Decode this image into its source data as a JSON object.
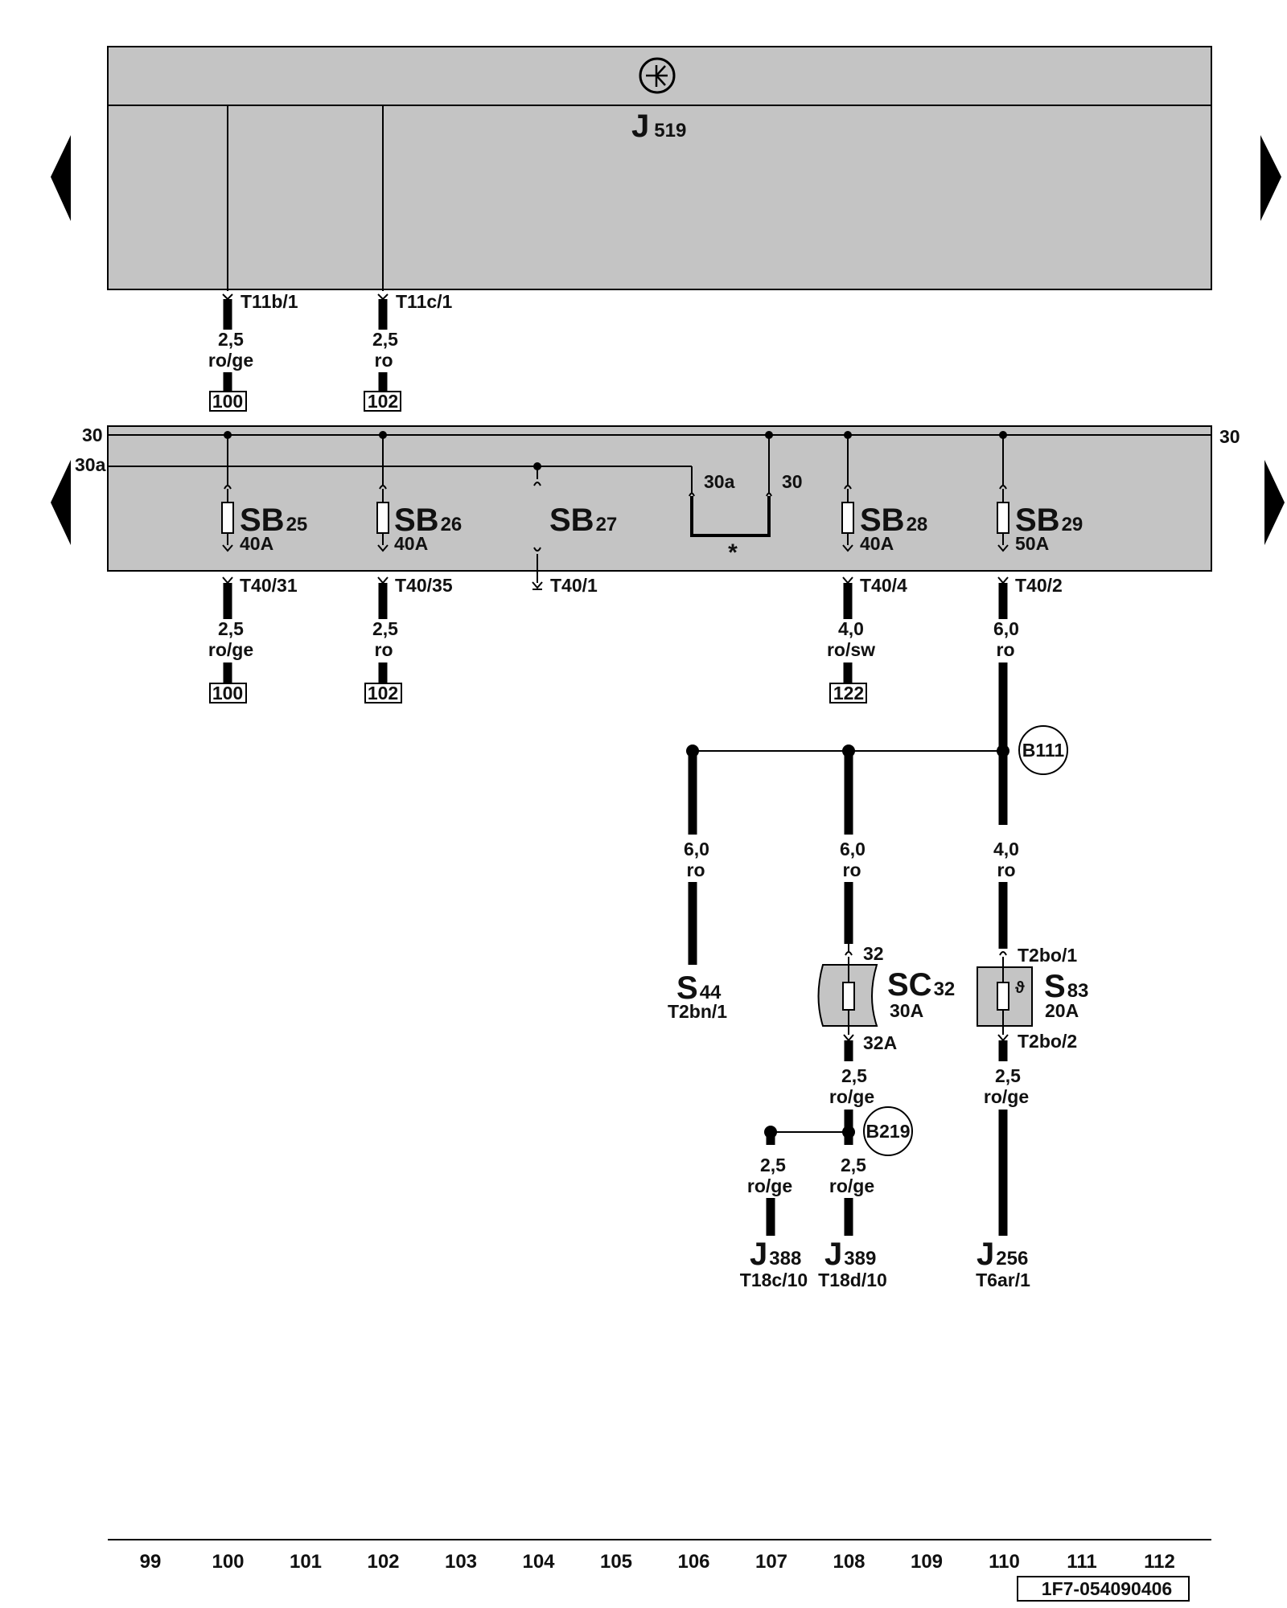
{
  "control_unit": {
    "symbol_icon": "control-unit-symbol",
    "name_prefix": "J",
    "name_sub": "519",
    "outputs": [
      {
        "pin": "T11b/1",
        "gauge": "2,5",
        "color": "ro/ge",
        "ref": "100"
      },
      {
        "pin": "T11c/1",
        "gauge": "2,5",
        "color": "ro",
        "ref": "102"
      }
    ]
  },
  "fuse_box": {
    "rail_30_left": "30",
    "rail_30_right": "30",
    "rail_30a": "30a",
    "bridge_left": "30a",
    "bridge_right": "30",
    "bridge_note": "*",
    "fuses": [
      {
        "prefix": "SB",
        "sub": "25",
        "rating": "40A",
        "pin": "T40/31",
        "gauge": "2,5",
        "color": "ro/ge",
        "ref": "100"
      },
      {
        "prefix": "SB",
        "sub": "26",
        "rating": "40A",
        "pin": "T40/35",
        "gauge": "2,5",
        "color": "ro",
        "ref": "102"
      },
      {
        "prefix": "SB",
        "sub": "27",
        "rating": "",
        "pin": "T40/1",
        "gauge": "",
        "color": "",
        "ref": ""
      },
      {
        "prefix": "SB",
        "sub": "28",
        "rating": "40A",
        "pin": "T40/4",
        "gauge": "4,0",
        "color": "ro/sw",
        "ref": "122"
      },
      {
        "prefix": "SB",
        "sub": "29",
        "rating": "50A",
        "pin": "T40/2",
        "gauge": "6,0",
        "color": "ro",
        "ref": ""
      }
    ]
  },
  "junctions": {
    "b111": "B111",
    "b219": "B219"
  },
  "branches": {
    "s44": {
      "gauge": "6,0",
      "color": "ro",
      "prefix": "S",
      "sub": "44",
      "conn": "T2bn/1"
    },
    "sc32": {
      "gauge": "6,0",
      "color": "ro",
      "pin_in": "32",
      "pin_out": "32A",
      "prefix": "SC",
      "sub": "32",
      "rating": "30A",
      "out_gauge": "2,5",
      "out_color": "ro/ge"
    },
    "s83": {
      "gauge": "4,0",
      "color": "ro",
      "pin_in": "T2bo/1",
      "pin_out": "T2bo/2",
      "prefix": "S",
      "sub": "83",
      "rating": "20A",
      "out_gauge": "2,5",
      "out_color": "ro/ge"
    }
  },
  "loads": [
    {
      "gauge": "2,5",
      "color": "ro/ge",
      "prefix": "J",
      "sub": "388",
      "conn": "T18c/10"
    },
    {
      "gauge": "2,5",
      "color": "ro/ge",
      "prefix": "J",
      "sub": "389",
      "conn": "T18d/10"
    },
    {
      "prefix": "J",
      "sub": "256",
      "conn": "T6ar/1"
    }
  ],
  "scale": [
    "99",
    "100",
    "101",
    "102",
    "103",
    "104",
    "105",
    "106",
    "107",
    "108",
    "109",
    "110",
    "111",
    "112"
  ],
  "doc_id": "1F7-054090406",
  "colors": {
    "panel": "#c4c4c4",
    "line": "#000000",
    "background": "#ffffff"
  }
}
